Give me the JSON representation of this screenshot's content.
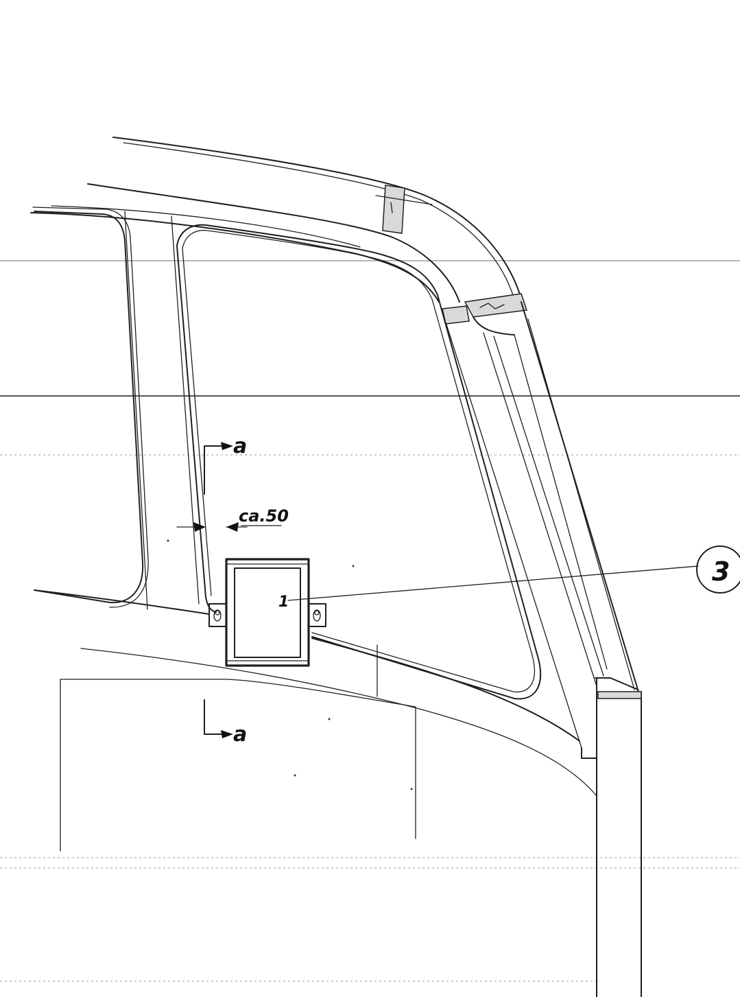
{
  "annotations": {
    "section_top": "a",
    "section_bottom": "a",
    "dimension": "ca.50",
    "callout_number": "3",
    "part_mark": "1"
  }
}
